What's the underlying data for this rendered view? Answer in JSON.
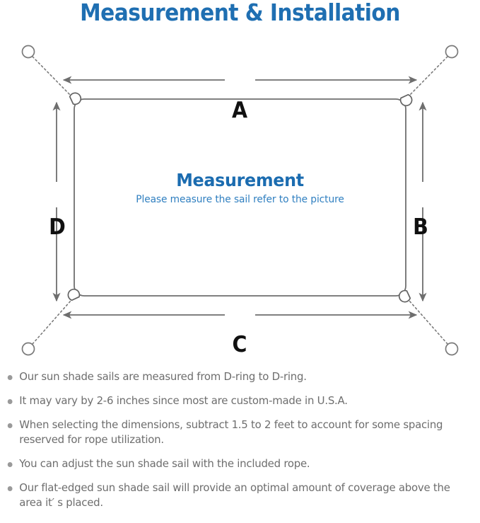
{
  "page": {
    "title": "Measurement & Installation",
    "title_color": "#1f6fb2",
    "background": "#ffffff"
  },
  "diagram": {
    "name": "sun-shade-sail-measurement-diagram",
    "sail_label": {
      "heading": "Measurement",
      "heading_color": "#1b6cb0",
      "subtitle": "Please measure the sail refer to the picture",
      "subtitle_color": "#2f7fc0"
    },
    "dimension_labels": [
      {
        "id": "a",
        "label": "A",
        "edge": "top"
      },
      {
        "id": "b",
        "label": "B",
        "edge": "right"
      },
      {
        "id": "c",
        "label": "C",
        "edge": "bottom"
      },
      {
        "id": "d",
        "label": "D",
        "edge": "left"
      }
    ],
    "colors": {
      "sail_outline": "#6f6f6f",
      "arrow": "#6e6e6e",
      "anchor_circle": "#7a7a7a",
      "dotted_rope": "#7a7a7a",
      "letter": "#111111"
    },
    "anchors": [
      {
        "id": "top-left",
        "label": "anchor-point"
      },
      {
        "id": "top-right",
        "label": "anchor-point"
      },
      {
        "id": "bottom-left",
        "label": "anchor-point"
      },
      {
        "id": "bottom-right",
        "label": "anchor-point"
      }
    ],
    "d_rings": [
      {
        "id": "top-left",
        "label": "d-ring"
      },
      {
        "id": "top-right",
        "label": "d-ring"
      },
      {
        "id": "bottom-left",
        "label": "d-ring"
      },
      {
        "id": "bottom-right",
        "label": "d-ring"
      }
    ]
  },
  "notes": {
    "bullet_color": "#9a9a9a",
    "text_color": "#6e6e6e",
    "items": [
      "Our sun shade sails are measured from D-ring to D-ring.",
      "It may vary by 2-6 inches since most are custom-made in U.S.A.",
      "When selecting the dimensions, subtract 1.5 to 2 feet to account for some spacing reserved for rope utilization.",
      "You can adjust the sun shade sail with the included rope.",
      "Our flat-edged sun shade sail will provide an optimal amount of coverage above the area it′ s placed."
    ]
  }
}
